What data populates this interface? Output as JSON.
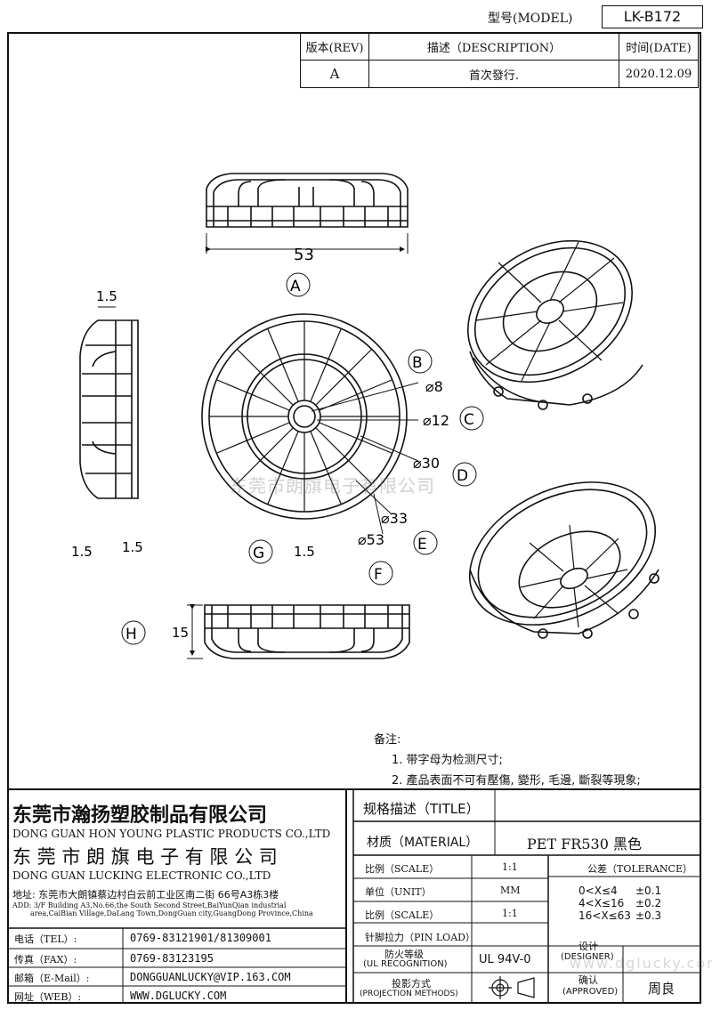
{
  "header": {
    "model_label": "型号(MODEL)",
    "model_value": "LK-B172"
  },
  "revision": {
    "headers": [
      "版本(REV)",
      "描述（DESCRIPTION）",
      "时间(DATE)"
    ],
    "rows": [
      [
        "A",
        "首次發行.",
        "2020.12.09"
      ]
    ]
  },
  "drawing": {
    "dim_53": "53",
    "dim_15": "15",
    "dim_1_5": "1.5",
    "d8": "⌀8",
    "d12": "⌀12",
    "d30": "⌀30",
    "d33": "⌀33",
    "d53": "⌀53",
    "markers": [
      "A",
      "B",
      "C",
      "D",
      "E",
      "F",
      "G",
      "H"
    ]
  },
  "watermark": "东莞市朗旗电子有限公司",
  "watermark_bottom": "www.dglucky.com",
  "notes": {
    "title": "备注:",
    "items": [
      "1. 带字母为检测尺寸;",
      "2. 產品表面不可有壓傷, 變形, 毛邊, 斷裂等現象;"
    ]
  },
  "company": {
    "name_cn_1": "东莞市瀚扬塑胶制品有限公司",
    "name_en_1": "DONG GUAN HON YOUNG PLASTIC PRODUCTS CO.,LTD",
    "name_cn_2": "东 莞 市 朗 旗 电 子 有 限 公 司",
    "name_en_2": "DONG GUAN LUCKING ELECTRONIC CO.,LTD",
    "addr_cn": "地址: 东莞市大朗镇蔡边村白云前工业区南二街 66号A3栋3楼",
    "addr_en_1": "ADD: 3/F Building A3,No.66,the South Second Street,BaiYunQian industrial",
    "addr_en_2": "area,CaiBian Village,DaLang Town,DongGuan city,GuangDong Province,China"
  },
  "contacts": [
    {
      "label": "电话（TEL）:",
      "value": "0769-83121901/81309001"
    },
    {
      "label": "传真（FAX）:",
      "value": "0769-83123195"
    },
    {
      "label": "邮箱（E-Mail）:",
      "value": "DONGGUANLUCKY@VIP.163.COM"
    },
    {
      "label": "网址（WEB）:",
      "value": "WWW.DGLUCKY.COM"
    }
  ],
  "spec": {
    "title_label": "规格描述（TITLE）",
    "title_value": "",
    "material_label": "材质（MATERIAL）",
    "material_value": "PET  FR530  黑色",
    "scale_label": "比例（SCALE）",
    "scale_value": "1:1",
    "unit_label": "单位（UNIT）",
    "unit_value": "MM",
    "scale2_label": "比例（SCALE）",
    "scale2_value": "1:1",
    "pin_label": "针脚拉力（PIN LOAD）",
    "ul_label_1": "防火等级",
    "ul_label_2": "(UL RECOGNITION)",
    "ul_value": "UL 94V-0",
    "proj_label_1": "投影方式",
    "proj_label_2": "(PROJECTION METHODS)",
    "tolerance_label": "公差（TOLERANCE）",
    "tolerance_rows": [
      [
        "0<X≤4",
        "±0.1"
      ],
      [
        "4<X≤16",
        "±0.2"
      ],
      [
        "16<X≤63",
        "±0.3"
      ]
    ],
    "designer_label_1": "设计",
    "designer_label_2": "(DESIGNER)",
    "designer_value": "",
    "approved_label_1": "确认",
    "approved_label_2": "(APPROVED)",
    "approved_value": "周良"
  }
}
